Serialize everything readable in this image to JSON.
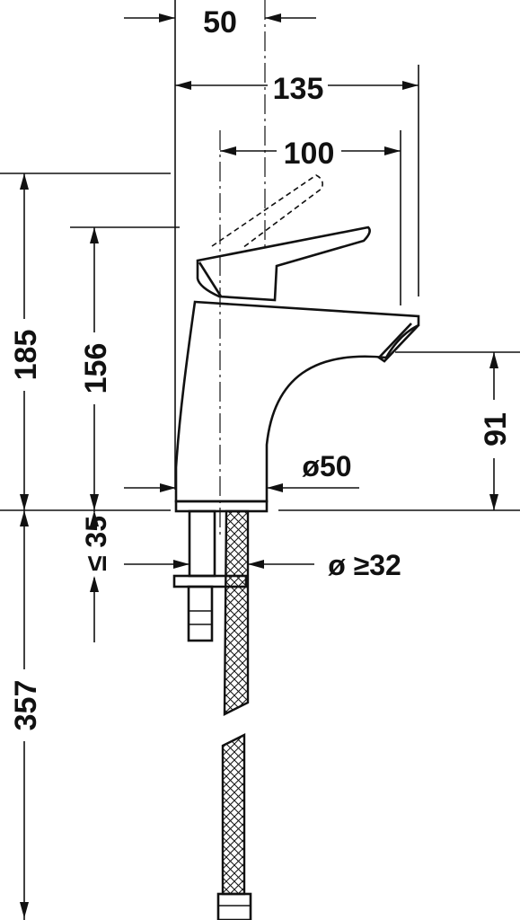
{
  "drawing": {
    "dimensions": {
      "top_spacing": "50",
      "overall_width": "135",
      "spout_reach": "100",
      "overall_height": "185",
      "body_height": "156",
      "spout_height": "91",
      "body_diameter": "ø50",
      "max_deck_thickness": "≤ 35",
      "hole_diameter": "ø ≥32",
      "hose_length": "357"
    }
  }
}
